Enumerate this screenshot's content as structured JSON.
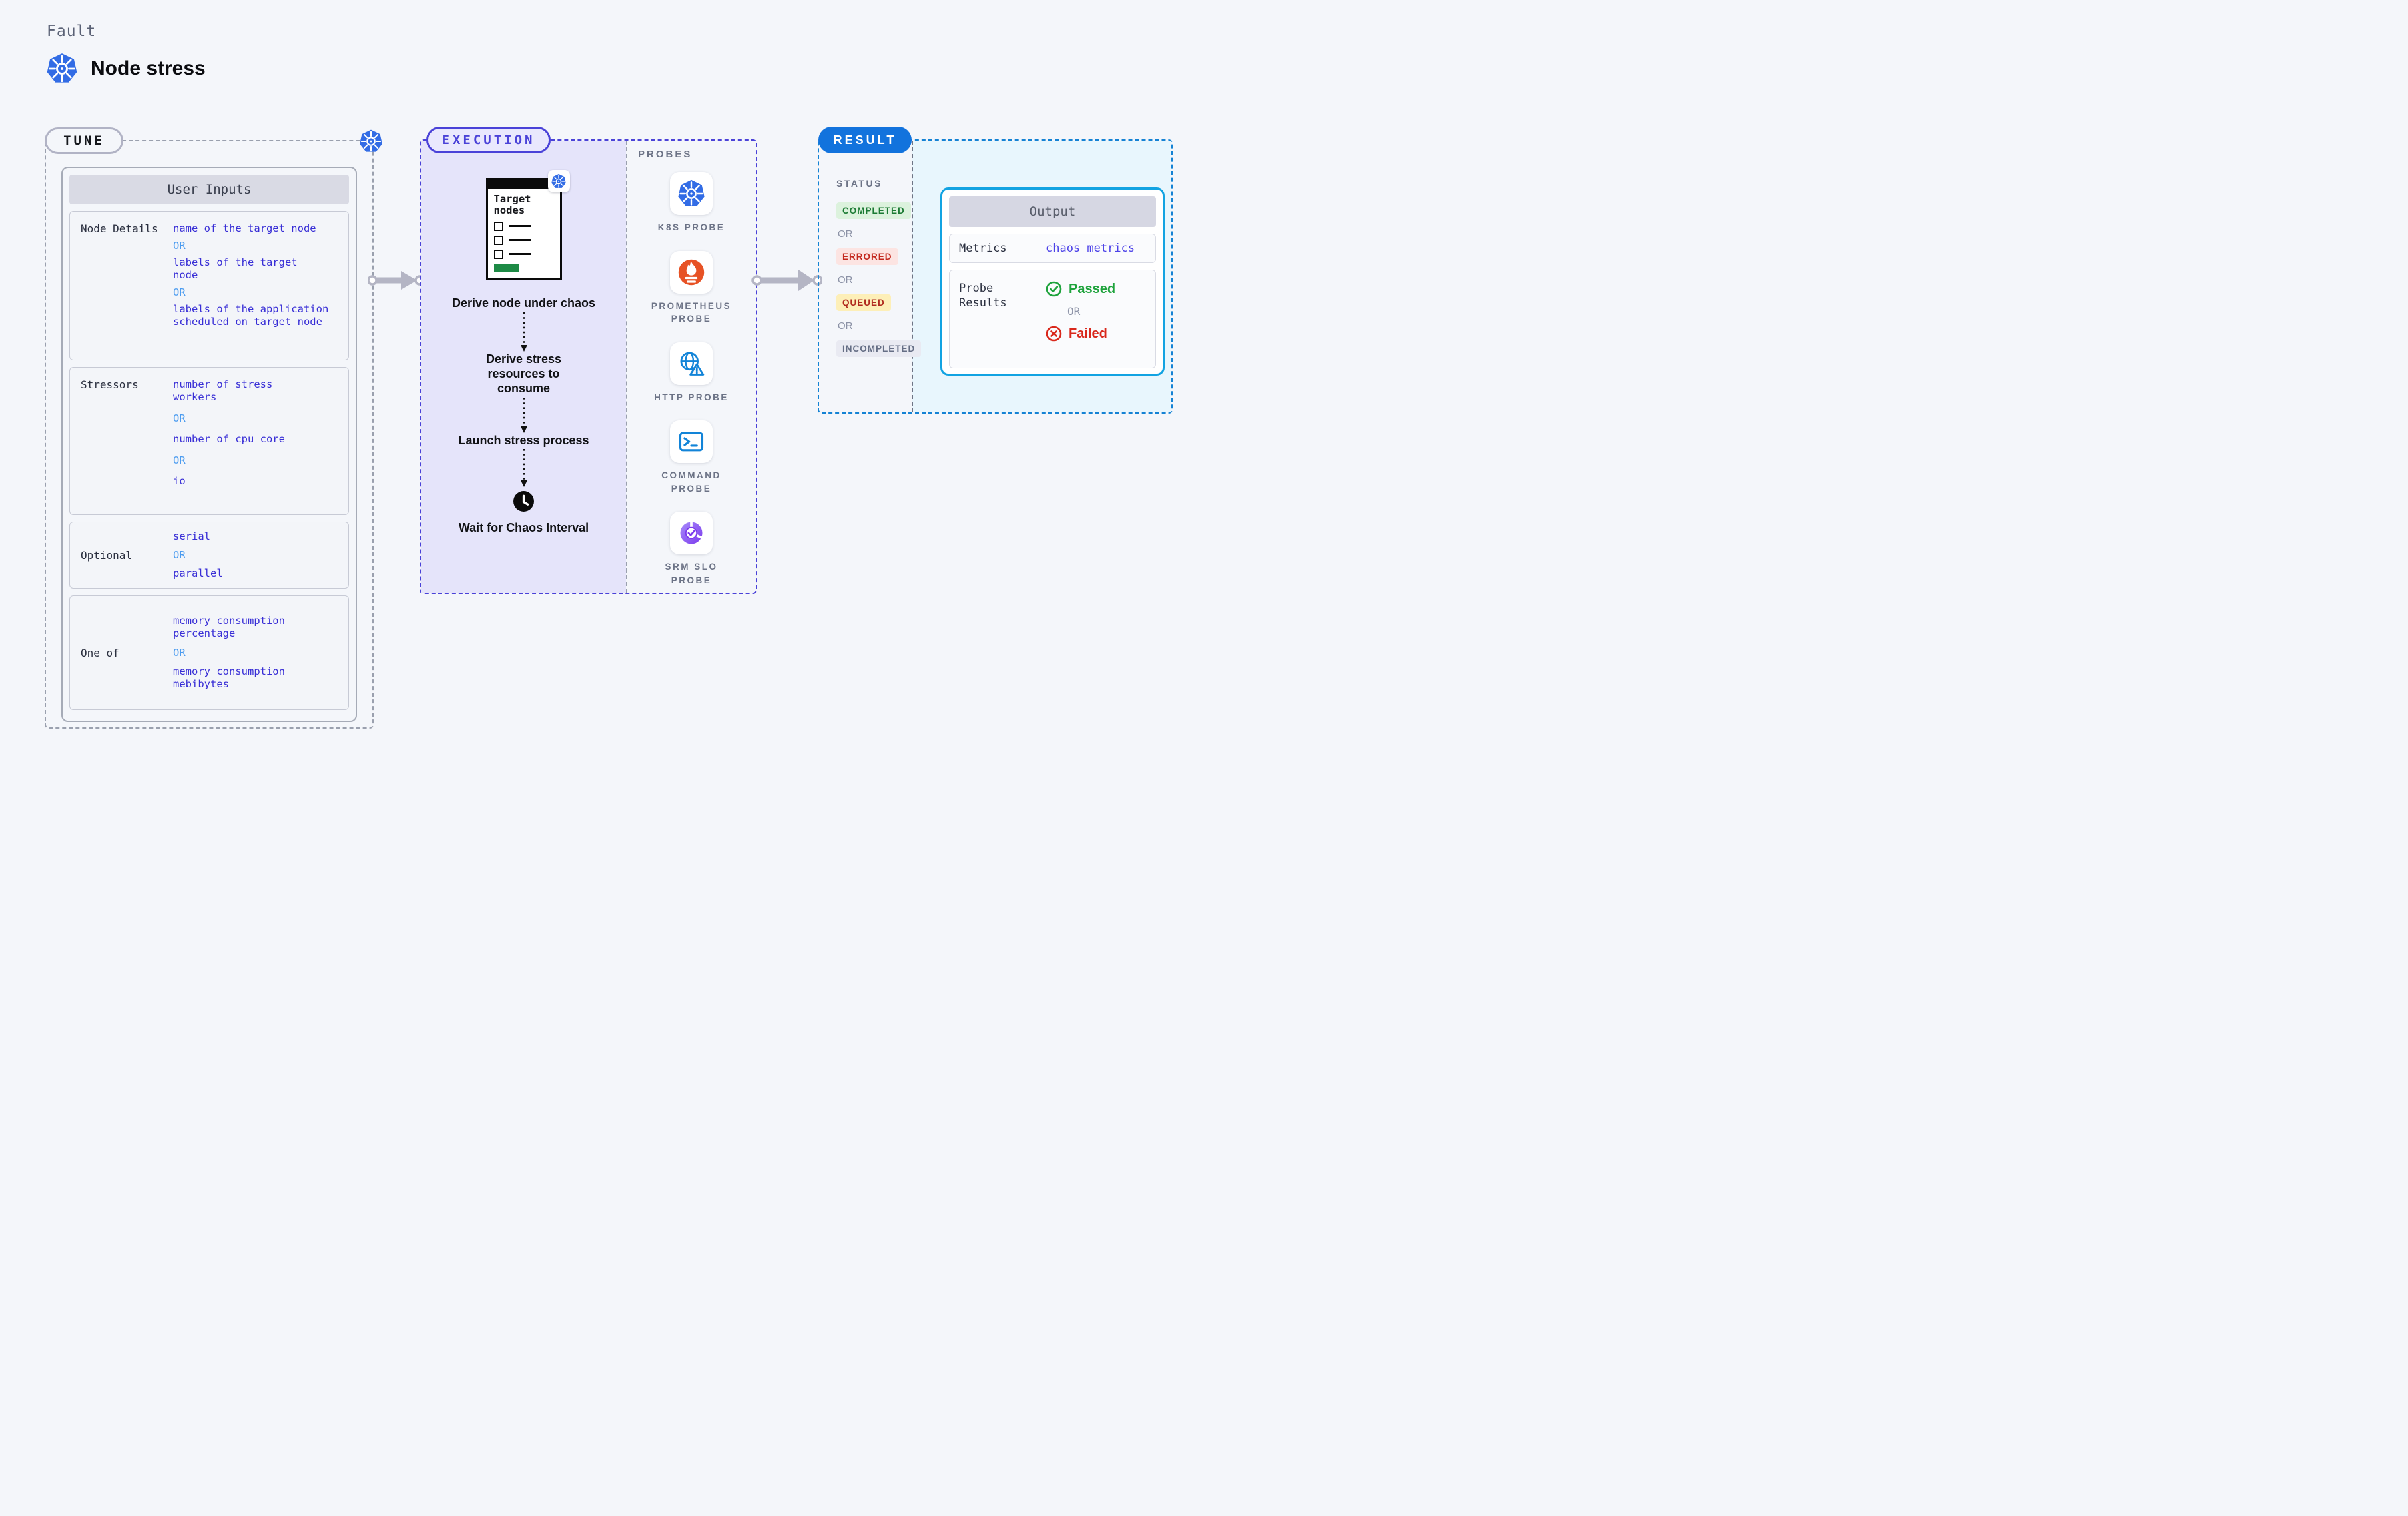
{
  "header": {
    "eyebrow": "Fault",
    "title": "Node stress"
  },
  "tune": {
    "badge": "TUNE",
    "table_header": "User Inputs",
    "or": "OR",
    "node_details": {
      "label": "Node Details",
      "v1": "name of the target node",
      "v2": "labels of the target node",
      "v3": "labels of the application scheduled on target node"
    },
    "stressors": {
      "label": "Stressors",
      "v1": "number of stress workers",
      "v2": "number of cpu core",
      "v3": "io"
    },
    "optional": {
      "label": "Optional",
      "v1": "serial",
      "v2": "parallel"
    },
    "one_of": {
      "label": "One of",
      "v1": "memory consumption percentage",
      "v2": "memory consumption mebibytes"
    }
  },
  "execution": {
    "badge": "EXECUTION",
    "window_title": "Target nodes",
    "step1": "Derive node under chaos",
    "step2": "Derive stress resources to consume",
    "step3": "Launch stress process",
    "step4": "Wait for Chaos Interval"
  },
  "probes": {
    "section_label": "PROBES",
    "k8s": "K8S PROBE",
    "prometheus": "PROMETHEUS PROBE",
    "http": "HTTP PROBE",
    "command": "COMMAND PROBE",
    "srm": "SRM SLO PROBE"
  },
  "result": {
    "badge": "RESULT",
    "status_label": "STATUS",
    "or": "OR",
    "completed": "COMPLETED",
    "errored": "ERRORED",
    "queued": "QUEUED",
    "incompleted": "INCOMPLETED",
    "output": {
      "header": "Output",
      "metrics_label": "Metrics",
      "metrics_value": "chaos metrics",
      "probe_results_label": "Probe Results",
      "passed": "Passed",
      "or": "OR",
      "failed": "Failed"
    }
  },
  "colors": {
    "page_bg": "#f4f6fa",
    "accent_indigo": "#4a42d8",
    "lavender_fill": "#e5e4fa",
    "value_blue": "#382ed6",
    "or_light_blue": "#4c9cf0",
    "kubernetes_blue": "#326ce5",
    "result_blue": "#1273dd",
    "cyan_border": "#12a3e2",
    "cyan_fill": "#e8f6fd",
    "passed_green": "#1ea33c",
    "failed_red": "#d9281c",
    "prometheus_orange": "#e75225",
    "terminal_blue": "#1284d8",
    "srm_purple": "#8b5cf6",
    "completed_green": "#1b7a33",
    "queued_yellow_bg": "#fdefb8",
    "window_green": "#1d8a45"
  }
}
